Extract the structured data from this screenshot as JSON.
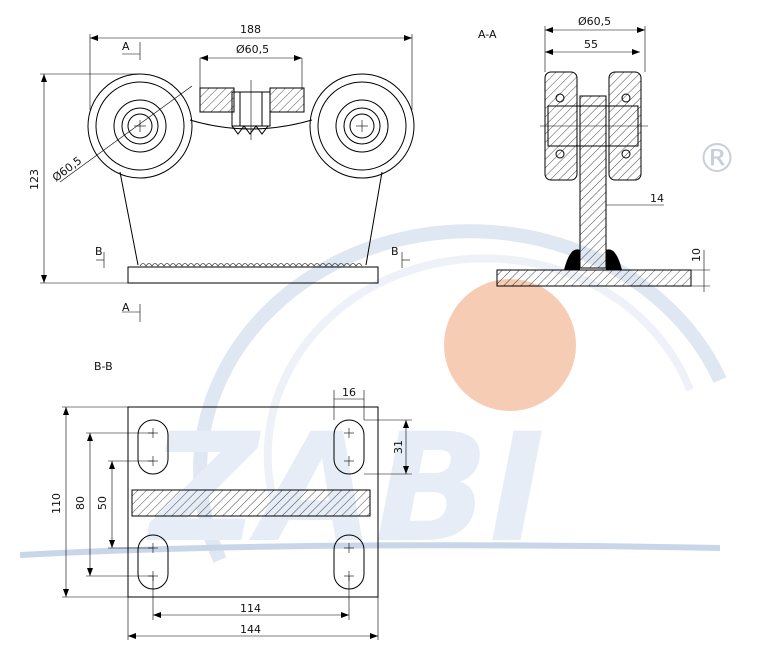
{
  "brand": {
    "logo_text": "ZABI",
    "registered_mark": "®",
    "colors": {
      "logo_blue": "#2f5da8",
      "logo_pale": "#e6edf6",
      "circle_orange": "#f6c3a8"
    }
  },
  "front_view": {
    "dimensions": {
      "overall_width": "188",
      "bearing_diameter": "Ø60,5",
      "wheel_diameter": "Ø60,5",
      "height": "123"
    },
    "section_marks": {
      "aa_top": "A",
      "aa_bottom": "A",
      "bb_left": "B",
      "bb_right": "B"
    }
  },
  "section_aa": {
    "title": "A-A",
    "dimensions": {
      "diameter": "Ø60,5",
      "width": "55",
      "stem": "14",
      "plate": "10"
    }
  },
  "section_bb": {
    "title": "B-B",
    "dimensions": {
      "slot_width": "16",
      "slot_length": "31",
      "height_outer": "110",
      "height_holes": "80",
      "height_inner": "50",
      "hole_spacing": "114",
      "width": "144"
    }
  }
}
